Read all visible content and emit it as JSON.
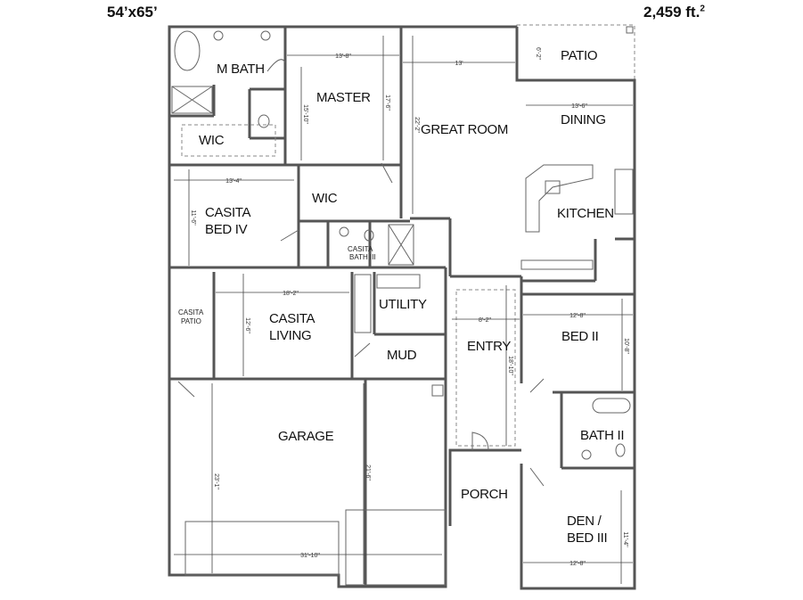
{
  "header": {
    "dimensions": "54’x65’",
    "area": "2,459 ft.",
    "area_sup": "2"
  },
  "rooms": {
    "m_bath": "M BATH",
    "master": "MASTER",
    "wic_master_bath": "WIC",
    "wic_master": "WIC",
    "great_room": "GREAT ROOM",
    "patio": "PATIO",
    "dining": "DINING",
    "kitchen": "KITCHEN",
    "casita_bed_1": "CASITA",
    "casita_bed_2": "BED IV",
    "casita_bath_1": "CASITA",
    "casita_bath_2": "BATH III",
    "casita_patio_1": "CASITA",
    "casita_patio_2": "PATIO",
    "casita_living_1": "CASITA",
    "casita_living_2": "LIVING",
    "utility": "UTILITY",
    "mud": "MUD",
    "entry": "ENTRY",
    "bed_2": "BED II",
    "bath_2": "BATH II",
    "garage": "GARAGE",
    "porch": "PORCH",
    "den_1": "DEN /",
    "den_2": "BED III"
  },
  "dimensions": {
    "master_w": "13'-8\"",
    "master_h1": "15'-10\"",
    "master_h2": "17'-6\"",
    "great_w": "13'",
    "great_h": "22'-2\"",
    "patio_h": "6'-2\"",
    "dining_w": "13'-6\"",
    "casita_bed_w": "13'-4\"",
    "casita_bed_h": "11'-6\"",
    "casita_living_w": "18'-2\"",
    "casita_living_h": "12'-6\"",
    "entry_w": "8'-2\"",
    "entry_h": "18'-10\"",
    "bed2_w": "12'-8\"",
    "bed2_h": "10'-8\"",
    "den_w": "12'-8\"",
    "den_h": "11'-4\"",
    "garage_h1": "23'-1\"",
    "garage_h2": "21'-6\"",
    "garage_w": "31'-10\""
  }
}
